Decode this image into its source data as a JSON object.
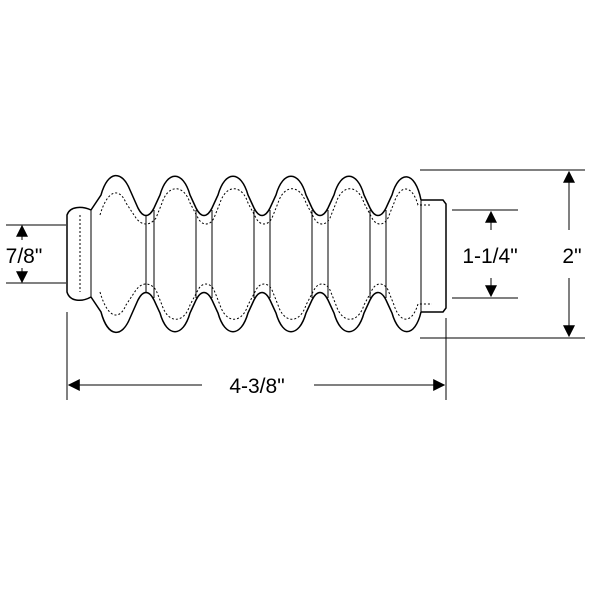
{
  "diagram": {
    "part": "bellows-boot",
    "dimensions": {
      "end_diameter": "7/8\"",
      "inner_diameter": "1-1/4\"",
      "outer_diameter": "2\"",
      "overall_length": "4-3/8\""
    },
    "colors": {
      "stroke": "#000000",
      "background": "#ffffff"
    }
  }
}
